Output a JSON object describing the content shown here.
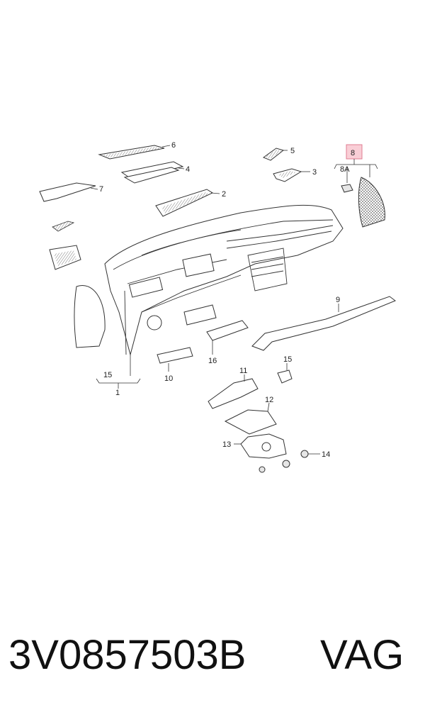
{
  "diagram": {
    "callouts": {
      "c1": "1",
      "c2": "2",
      "c3": "3",
      "c4": "4",
      "c5": "5",
      "c6": "6",
      "c7": "7",
      "c8": "8",
      "c8a": "8A",
      "c9": "9",
      "c10": "10",
      "c11": "11",
      "c12": "12",
      "c13": "13",
      "c14": "14",
      "c15a": "15",
      "c15b": "15",
      "c16": "16"
    },
    "highlight_color": "#f4a6b5"
  },
  "footer": {
    "part_number": "3V0857503B",
    "brand": "VAG"
  }
}
